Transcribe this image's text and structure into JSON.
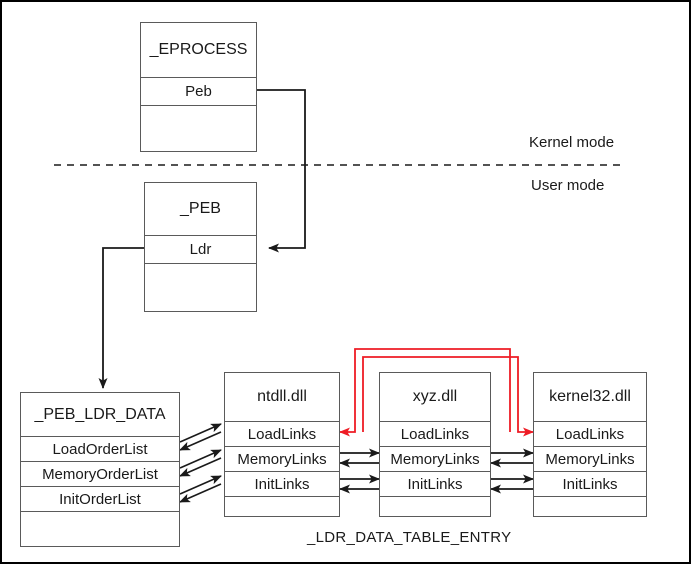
{
  "diagram": {
    "caption": "_LDR_DATA_TABLE_ENTRY",
    "mode_labels": {
      "kernel": "Kernel mode",
      "user": "User mode"
    },
    "colors": {
      "stroke": "#5a5a5a",
      "connector": "#1a1a1a",
      "highlight": "#ee1c25",
      "text": "#1a1a1a",
      "background": "#ffffff",
      "border": "#000000"
    },
    "structs": {
      "eprocess": {
        "title": "_EPROCESS",
        "fields": [
          "Peb",
          ""
        ]
      },
      "peb": {
        "title": "_PEB",
        "fields": [
          "Ldr",
          ""
        ]
      },
      "peb_ldr_data": {
        "title": "_PEB_LDR_DATA",
        "fields": [
          "LoadOrderList",
          "MemoryOrderList",
          "InitOrderList",
          ""
        ]
      },
      "ntdll": {
        "title": "ntdll.dll",
        "fields": [
          "LoadLinks",
          "MemoryLinks",
          "InitLinks",
          ""
        ]
      },
      "xyz": {
        "title": "xyz.dll",
        "fields": [
          "LoadLinks",
          "MemoryLinks",
          "InitLinks",
          ""
        ]
      },
      "kernel32": {
        "title": "kernel32.dll",
        "fields": [
          "LoadLinks",
          "MemoryLinks",
          "InitLinks",
          ""
        ]
      }
    }
  }
}
